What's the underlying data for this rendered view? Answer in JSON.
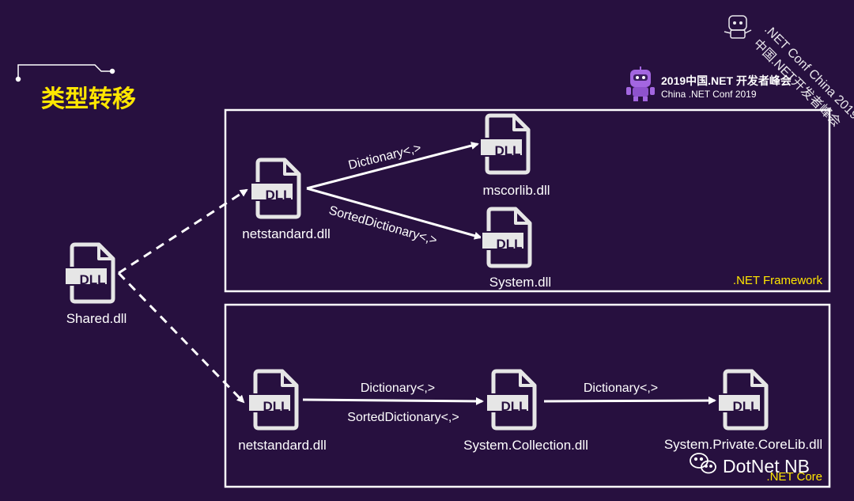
{
  "slide": {
    "title": "类型转移",
    "background": "#27103f",
    "accent": "#ffe600"
  },
  "conference": {
    "logo_line1": "2019中国.NET 开发者峰会",
    "logo_line2": "China .NET Conf 2019",
    "watermark_line1": ".NET Conf China 2019",
    "watermark_line2": "中国.NET开发者峰会"
  },
  "diagram": {
    "file_icon_text": "DLL",
    "shared": {
      "label": "Shared.dll"
    },
    "framework": {
      "box_label": ".NET Framework",
      "netstandard_label": "netstandard.dll",
      "mscorlib_label": "mscorlib.dll",
      "system_label": "System.dll",
      "edge_to_mscorlib": "Dictionary<,>",
      "edge_to_system": "SortedDictionary<,>"
    },
    "core": {
      "box_label": ".NET Core",
      "netstandard_label": "netstandard.dll",
      "collection_label": "System.Collection.dll",
      "corelib_label": "System.Private.CoreLib.dll",
      "edge1_top": "Dictionary<,>",
      "edge1_bottom": "SortedDictionary<,>",
      "edge2_top": "Dictionary<,>"
    }
  },
  "footer": {
    "wechat_icon": "wechat-icon",
    "account_name": "DotNet NB"
  }
}
